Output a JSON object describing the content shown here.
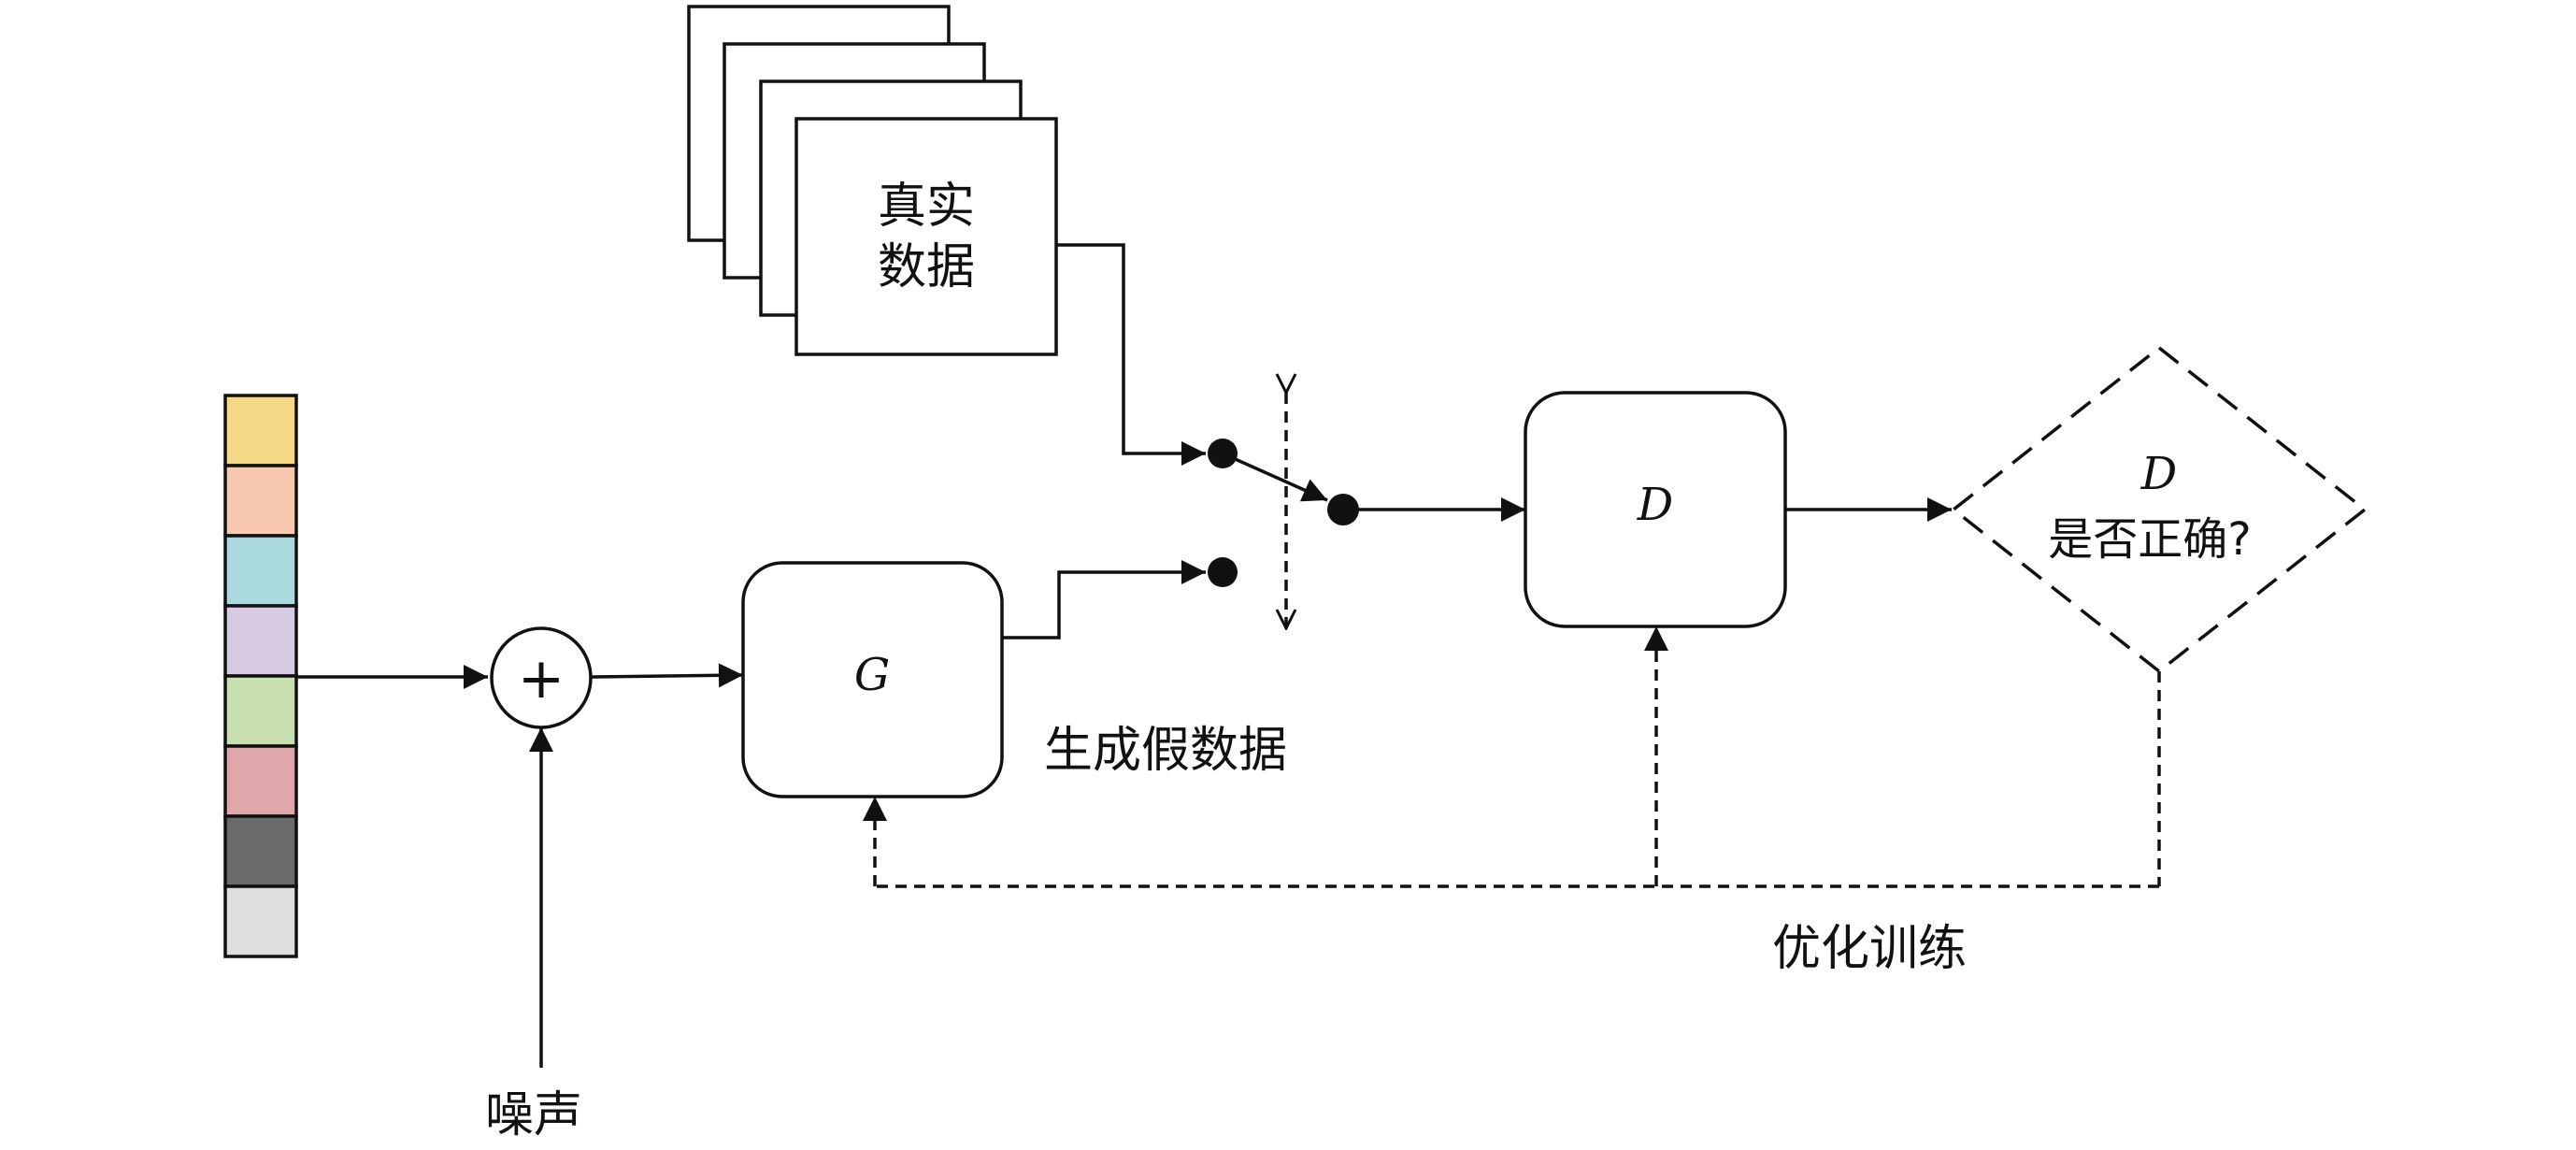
{
  "labels": {
    "real_data_line1": "真实",
    "real_data_line2": "数据",
    "generator": "G",
    "discriminator": "D",
    "decision_line1": "D",
    "decision_line2": "是否正确?",
    "fake_data": "生成假数据",
    "noise": "噪声",
    "optimize": "优化训练",
    "plus": "+"
  },
  "input_vector": {
    "cells": [
      {
        "name": "yellow",
        "color": "#f5d885"
      },
      {
        "name": "peach",
        "color": "#f7c8ad"
      },
      {
        "name": "light-blue",
        "color": "#a9d9df"
      },
      {
        "name": "lavender",
        "color": "#d7cbe3"
      },
      {
        "name": "light-green",
        "color": "#c8e0b0"
      },
      {
        "name": "pink",
        "color": "#e0a7aa"
      },
      {
        "name": "dark-gray",
        "color": "#6b6b6b"
      },
      {
        "name": "light-gray",
        "color": "#dedede"
      }
    ]
  }
}
